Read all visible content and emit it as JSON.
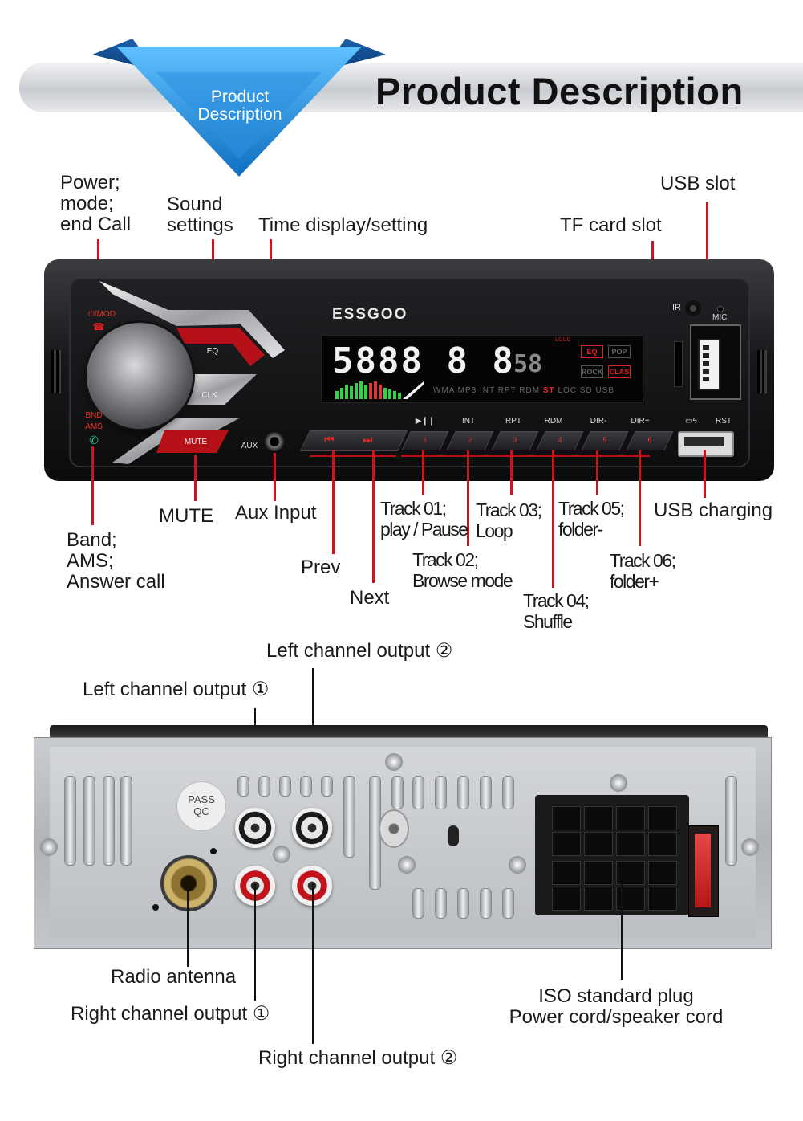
{
  "header": {
    "ribbon_label_line1": "Product",
    "ribbon_label_line2": "Description",
    "title": "Product Description"
  },
  "front_panel": {
    "brand": "ESSGOO",
    "display_digits": "5888 8 8",
    "display_small": "58",
    "display_indicators": "WMA MP3 INT RPT RDM",
    "display_indicators_red": "ST",
    "display_indicators_tail": "LOC SD USB",
    "eq_boxes": [
      "EQ",
      "POP",
      "ROCK",
      "CLAS"
    ],
    "loud_label": "LOUD",
    "button_labels": {
      "power_mod": "⏻/MOD",
      "eq": "EQ",
      "clk": "CLK",
      "bnd": "BND",
      "ams": "AMS",
      "mute": "MUTE",
      "aux": "AUX",
      "ir": "IR",
      "mic": "MIC",
      "rst": "RST"
    },
    "number_buttons": [
      {
        "top": "▶❙❙",
        "num": "1"
      },
      {
        "top": "INT",
        "num": "2"
      },
      {
        "top": "RPT",
        "num": "3"
      },
      {
        "top": "RDM",
        "num": "4"
      },
      {
        "top": "DIR-",
        "num": "5"
      },
      {
        "top": "DIR+",
        "num": "6"
      }
    ],
    "prev_glyph": "⏮",
    "next_glyph": "⏭"
  },
  "callouts_front": {
    "power": [
      "Power;",
      "mode;",
      "end Call"
    ],
    "sound": [
      "Sound",
      "settings"
    ],
    "time": "Time display/setting",
    "tf_card": "TF card slot",
    "usb_slot": "USB slot",
    "band": [
      "Band;",
      "AMS;",
      "Answer call"
    ],
    "mute": "MUTE",
    "aux_input": "Aux Input",
    "prev": "Prev",
    "next": "Next",
    "track01": [
      "Track 01;",
      "play / Pause"
    ],
    "track02": [
      "Track 02;",
      "Browse mode"
    ],
    "track03": [
      "Track 03;",
      "Loop"
    ],
    "track04": [
      "Track 04;",
      "Shuffle"
    ],
    "track05": [
      "Track 05;",
      "folder-"
    ],
    "track06": [
      "Track 06;",
      "folder+"
    ],
    "usb_charging": "USB charging"
  },
  "callouts_rear": {
    "left_out_2": "Left channel output ②",
    "left_out_1": "Left channel output ①",
    "radio_antenna": "Radio antenna",
    "right_out_1": "Right channel output ①",
    "right_out_2": "Right channel output ②",
    "iso_line1": "ISO standard plug",
    "iso_line2": "Power cord/speaker cord",
    "pass_qc_line1": "PASS",
    "pass_qc_line2": "QC"
  },
  "colors": {
    "callout_line": "#d3111b",
    "accent_red": "#e22222",
    "ribbon_blue": "#1e8fe0"
  }
}
